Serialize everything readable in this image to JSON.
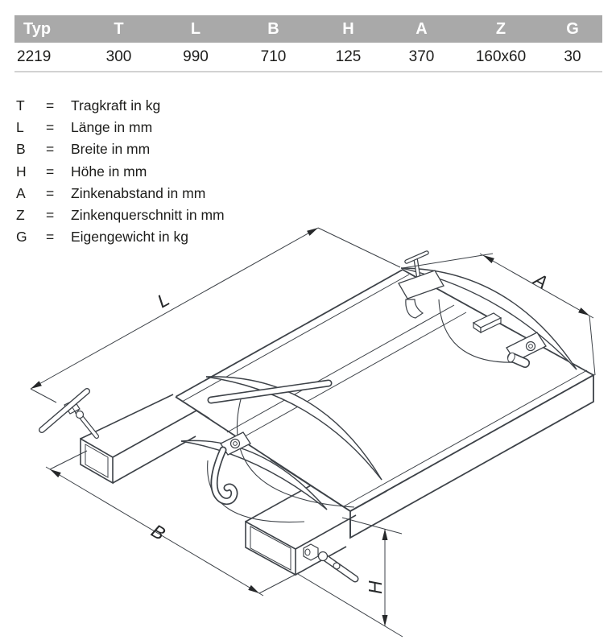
{
  "table": {
    "columns": [
      "Typ",
      "T",
      "L",
      "B",
      "H",
      "A",
      "Z",
      "G"
    ],
    "rows": [
      [
        "2219",
        "300",
        "990",
        "710",
        "125",
        "370",
        "160x60",
        "30"
      ]
    ],
    "header_bg": "#a9a9a9",
    "header_text_color": "#ffffff"
  },
  "legend": {
    "items": [
      {
        "symbol": "T",
        "eq": "=",
        "text": "Tragkraft in kg"
      },
      {
        "symbol": "L",
        "eq": "=",
        "text": "Länge in mm"
      },
      {
        "symbol": "B",
        "eq": "=",
        "text": "Breite in mm"
      },
      {
        "symbol": "H",
        "eq": "=",
        "text": "Höhe in mm"
      },
      {
        "symbol": "A",
        "eq": "=",
        "text": "Zinkenabstand in mm"
      },
      {
        "symbol": "Z",
        "eq": "=",
        "text": "Zinkenquerschnitt in mm"
      },
      {
        "symbol": "G",
        "eq": "=",
        "text": "Eigengewicht in kg"
      }
    ]
  },
  "drawing": {
    "labels": {
      "length": "L",
      "spacing": "A",
      "width": "B",
      "height": "H"
    },
    "stroke_color": "#3d4248"
  }
}
